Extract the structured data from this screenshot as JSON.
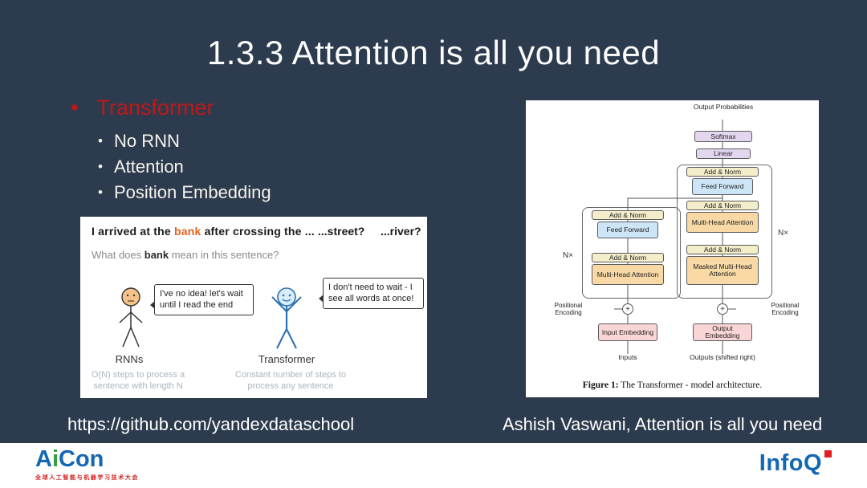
{
  "slide": {
    "title": "1.3.3 Attention is all you need",
    "bullet": "Transformer",
    "sub_bullets": [
      "No RNN",
      "Attention",
      "Position Embedding"
    ],
    "source_left": "https://github.com/yandexdataschool",
    "source_right": "Ashish Vaswani, Attention is all you need"
  },
  "cartoon": {
    "sentence_prefix": "I arrived at the ",
    "sentence_highlight": "bank",
    "sentence_suffix": " after crossing the ...",
    "option_street": "...street?",
    "option_river": "...river?",
    "question_prefix": "What does ",
    "question_word": "bank",
    "question_suffix": " mean in this sentence?",
    "rnn_bubble": "I've no idea! let's wait until I read the end",
    "transformer_bubble": "I don't need to wait - I see all words at once!",
    "rnn_label": "RNNs",
    "transformer_label": "Transformer",
    "rnn_note": "O(N) steps to process a sentence with length N",
    "transformer_note": "Constant number of steps to process any sentence"
  },
  "diagram": {
    "output_probabilities": "Output Probabilities",
    "softmax": "Softmax",
    "linear": "Linear",
    "add_norm": "Add & Norm",
    "feed_forward": "Feed Forward",
    "multi_head_attention": "Multi-Head Attention",
    "masked_multi_head_attention": "Masked Multi-Head Attention",
    "input_embedding": "Input Embedding",
    "output_embedding": "Output Embedding",
    "inputs": "Inputs",
    "outputs": "Outputs (shifted right)",
    "positional_encoding": "Positional Encoding",
    "nx": "N×",
    "plus": "+",
    "figure_label": "Figure 1:",
    "figure_text": " The Transformer - model architecture."
  },
  "footer": {
    "aicon_a": "A",
    "aicon_i": "i",
    "aicon_con": "Con",
    "aicon_tagline": "全球人工智能与机器学习技术大会",
    "infoq": "InfoQ"
  },
  "colors": {
    "background": "#2d3b4e",
    "accent_red": "#c01818",
    "highlight_orange": "#e2641e",
    "box_yellow": "#f3edc9",
    "box_blue": "#cde6f7",
    "box_orange": "#f8d9a6",
    "box_purple": "#e3d7f0",
    "box_pink": "#f9d6d5",
    "logo_blue": "#1467b3",
    "logo_green": "#36a03a",
    "logo_red": "#d02020"
  }
}
